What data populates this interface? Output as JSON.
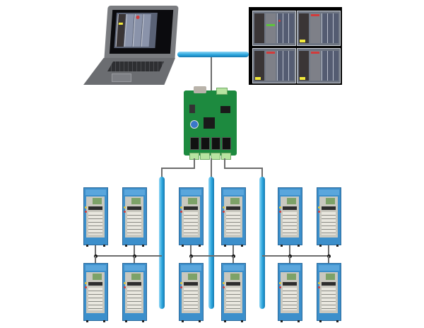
{
  "diagram": {
    "title": "",
    "nodes": [
      {
        "id": "laptop",
        "type": "laptop-computer",
        "label": ""
      },
      {
        "id": "monitor",
        "type": "monitoring-display",
        "label": "",
        "panels": 4
      },
      {
        "id": "controller",
        "type": "controller-board",
        "label": ""
      },
      {
        "id": "cab-top-1",
        "type": "control-cabinet",
        "row": "top",
        "label": ""
      },
      {
        "id": "cab-top-2",
        "type": "control-cabinet",
        "row": "top",
        "label": ""
      },
      {
        "id": "cab-top-3",
        "type": "control-cabinet",
        "row": "top",
        "label": ""
      },
      {
        "id": "cab-top-4",
        "type": "control-cabinet",
        "row": "top",
        "label": ""
      },
      {
        "id": "cab-top-5",
        "type": "control-cabinet",
        "row": "top",
        "label": ""
      },
      {
        "id": "cab-top-6",
        "type": "control-cabinet",
        "row": "top",
        "label": ""
      },
      {
        "id": "cab-bot-1",
        "type": "control-cabinet",
        "row": "bottom",
        "label": ""
      },
      {
        "id": "cab-bot-2",
        "type": "control-cabinet",
        "row": "bottom",
        "label": ""
      },
      {
        "id": "cab-bot-3",
        "type": "control-cabinet",
        "row": "bottom",
        "label": ""
      },
      {
        "id": "cab-bot-4",
        "type": "control-cabinet",
        "row": "bottom",
        "label": ""
      },
      {
        "id": "cab-bot-5",
        "type": "control-cabinet",
        "row": "bottom",
        "label": ""
      },
      {
        "id": "cab-bot-6",
        "type": "control-cabinet",
        "row": "bottom",
        "label": ""
      }
    ],
    "buses": [
      {
        "id": "top-bus",
        "orientation": "horizontal",
        "connects": [
          "laptop",
          "monitor",
          "controller"
        ]
      },
      {
        "id": "bus-1",
        "orientation": "vertical",
        "connects": [
          "controller",
          "cab-top-1",
          "cab-top-2",
          "cab-bot-1",
          "cab-bot-2"
        ]
      },
      {
        "id": "bus-2",
        "orientation": "vertical",
        "connects": [
          "controller",
          "cab-top-3",
          "cab-top-4",
          "cab-bot-3",
          "cab-bot-4"
        ]
      },
      {
        "id": "bus-3",
        "orientation": "vertical",
        "connects": [
          "controller",
          "cab-top-5",
          "cab-top-6",
          "cab-bot-5",
          "cab-bot-6"
        ]
      }
    ],
    "colors": {
      "bus": "#2aa5dd",
      "cabinet": "#3c8fcb",
      "board": "#1d8a3f",
      "wire": "#6c6c6c"
    }
  }
}
